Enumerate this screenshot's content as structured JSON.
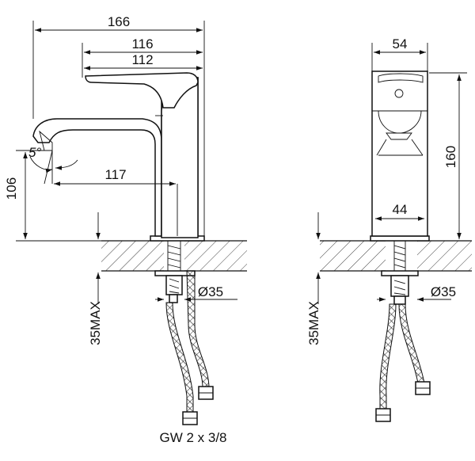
{
  "side_view": {
    "dim_overall_width": "166",
    "dim_spout_length": "116",
    "dim_handle_length": "112",
    "dim_spout_angle": "5°",
    "dim_spout_height": "106",
    "dim_reach": "117",
    "dim_hole_diameter": "Ø35",
    "dim_deck_thickness": "35MAX"
  },
  "front_view": {
    "dim_top_width": "54",
    "dim_base_width": "44",
    "dim_height": "160",
    "dim_hole_diameter": "Ø35",
    "dim_deck_thickness": "35MAX"
  },
  "caption": "GW 2 x 3/8"
}
